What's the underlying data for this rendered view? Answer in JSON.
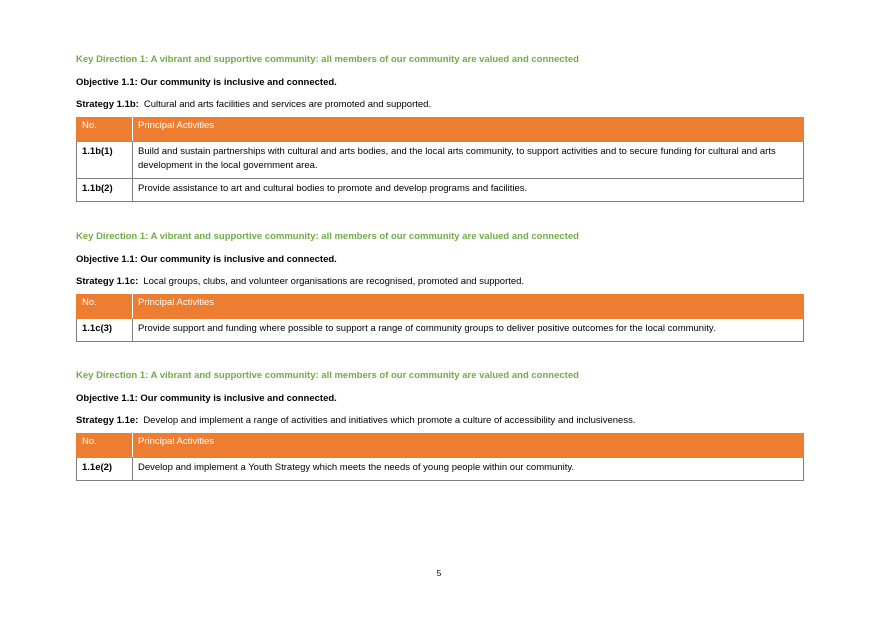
{
  "sections": [
    {
      "key_direction": "Key Direction 1:  A vibrant and supportive community:  all members of our community are valued and connected",
      "objective": "Objective 1.1: Our community is inclusive and connected.",
      "strategy_label": "Strategy 1.1b:",
      "strategy_text": "Cultural and arts facilities and services are promoted and supported.",
      "headers": [
        "No.",
        "Principal Activities"
      ],
      "rows": [
        {
          "code": "1.1b(1)",
          "text": "Build and sustain partnerships with cultural and arts bodies, and the local arts community, to support activities and to secure funding for cultural and arts development in the local government area."
        },
        {
          "code": "1.1b(2)",
          "text": "Provide assistance to art and cultural bodies to promote and develop programs and facilities."
        }
      ]
    },
    {
      "key_direction": "Key Direction 1:  A vibrant and supportive community:  all members of our community are valued and connected",
      "objective": "Objective 1.1: Our community is inclusive and connected.",
      "strategy_label": "Strategy 1.1c:",
      "strategy_text": "Local groups, clubs, and volunteer organisations are recognised, promoted and supported.",
      "headers": [
        "No.",
        "Principal Activities"
      ],
      "rows": [
        {
          "code": "1.1c(3)",
          "text": "Provide support and funding where possible to support a range of community groups to deliver positive outcomes for the local community."
        }
      ]
    },
    {
      "key_direction": "Key Direction 1:  A vibrant and supportive community:  all members of our community are valued and connected",
      "objective": "Objective 1.1: Our community is inclusive and connected.",
      "strategy_label": "Strategy 1.1e:",
      "strategy_text": "Develop and implement a range of activities and initiatives which promote a culture of accessibility and inclusiveness.",
      "headers": [
        "No.",
        "Principal Activities"
      ],
      "rows": [
        {
          "code": "1.1e(2)",
          "text": "Develop and implement a Youth Strategy which meets the needs of young people within our community."
        }
      ]
    }
  ],
  "page_number": "5",
  "colors": {
    "key_direction": "#70ad47",
    "table_header": "#ed7d31"
  }
}
